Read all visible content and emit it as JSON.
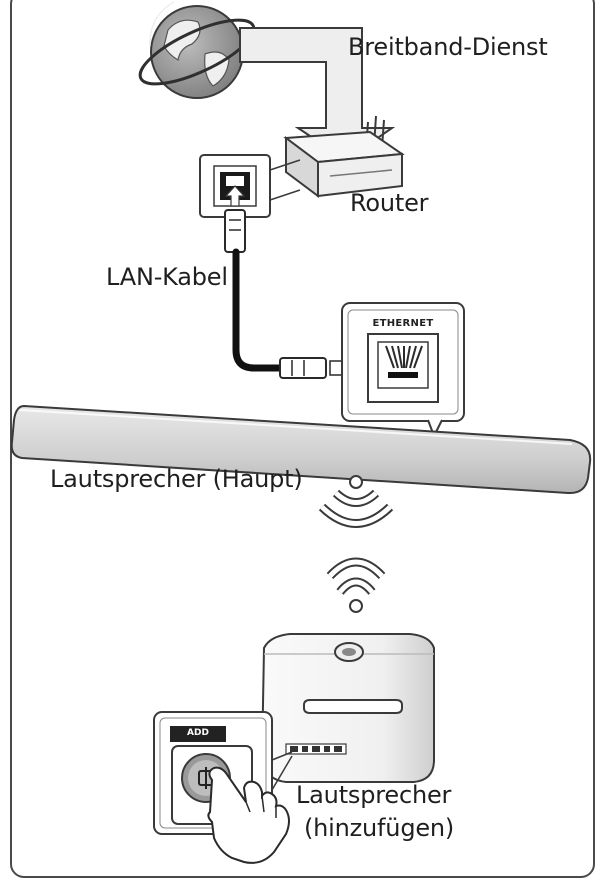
{
  "labels": {
    "broadband": "Breitband-Dienst",
    "router": "Router",
    "lan_cable": "LAN-Kabel",
    "main_speaker": "Lautsprecher (Haupt)",
    "added_speaker_line1": "Lautsprecher",
    "added_speaker_line2": "(hinzufügen)"
  },
  "port_labels": {
    "ethernet": "ETHERNET",
    "add": "ADD"
  },
  "colors": {
    "line": "#3a3a3a",
    "globe": "#8f8f8f",
    "arrow": "#ededed",
    "device_light": "#f4f4f4",
    "device_shadow": "#c8c8c8",
    "cable": "#111111"
  }
}
